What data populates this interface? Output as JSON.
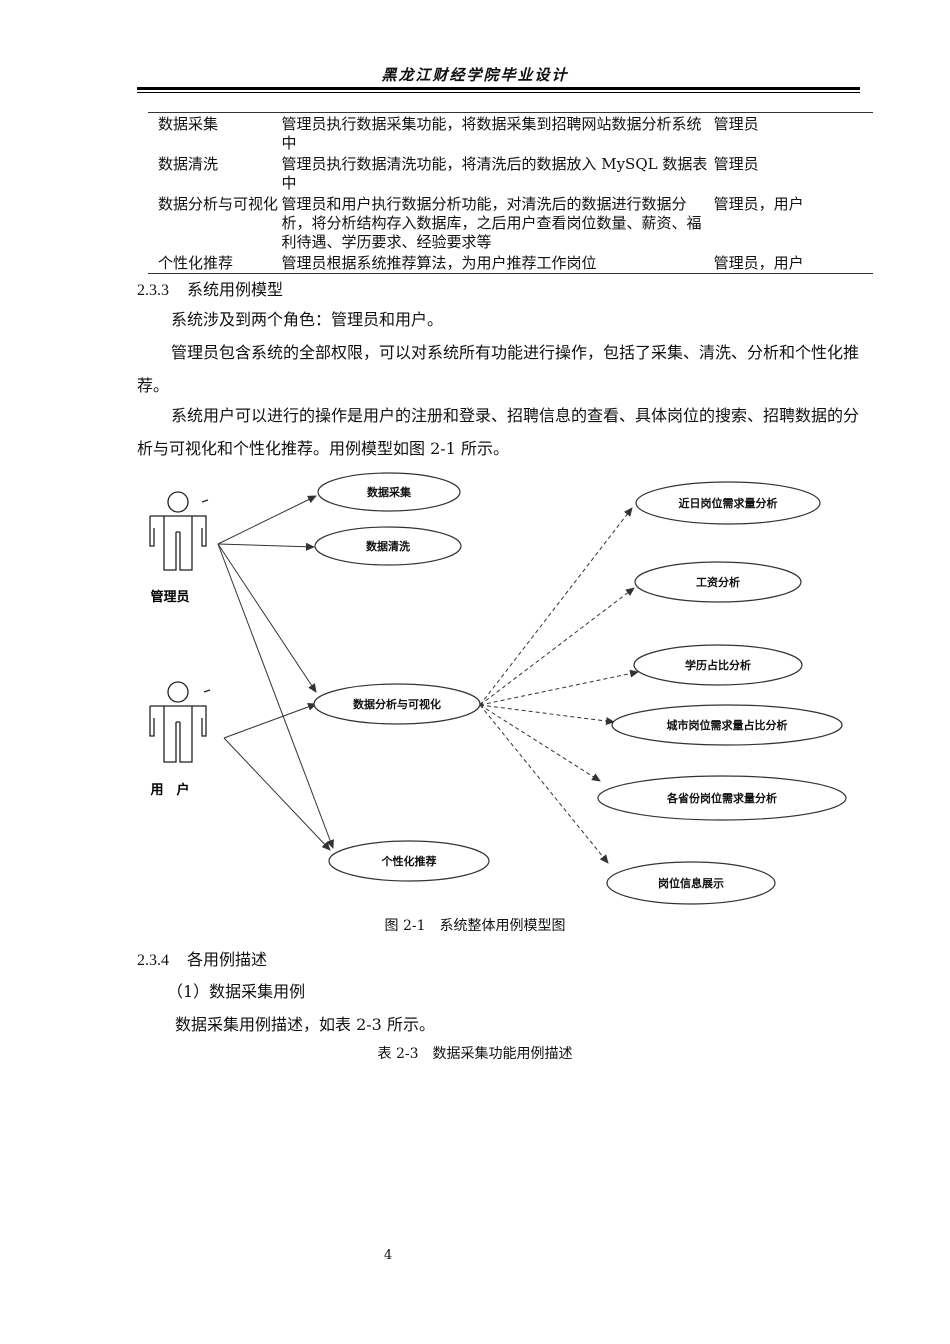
{
  "header": {
    "title": "黑龙江财经学院毕业设计"
  },
  "table_rows": [
    {
      "function": "数据采集",
      "description": "管理员执行数据采集功能，将数据采集到招聘网站数据分析系统中",
      "actor": "管理员"
    },
    {
      "function": "数据清洗",
      "description": "管理员执行数据清洗功能，将清洗后的数据放入 MySQL 数据表中",
      "actor": "管理员"
    },
    {
      "function": "数据分析与可视化",
      "description": "管理员和用户执行数据分析功能，对清洗后的数据进行数据分析，将分析结构存入数据库，之后用户查看岗位数量、薪资、福利待遇、学历要求、经验要求等",
      "actor": "管理员，用户"
    },
    {
      "function": "个性化推荐",
      "description": "管理员根据系统推荐算法，为用户推荐工作岗位",
      "actor": "管理员，用户"
    }
  ],
  "section_233": {
    "number": "2.3.3",
    "title": "系统用例模型"
  },
  "paragraphs": [
    "系统涉及到两个角色：管理员和用户。",
    "管理员包含系统的全部权限，可以对系统所有功能进行操作，包括了采集、清洗、分析和个性化推荐。",
    "系统用户可以进行的操作是用户的注册和登录、招聘信息的查看、具体岗位的搜索、招聘数据的分析与可视化和个性化推荐。用例模型如图 2-1 所示。"
  ],
  "diagram": {
    "actors": {
      "admin": "管理员",
      "user": "用　户"
    },
    "use_cases": {
      "collect": "数据采集",
      "clean": "数据清洗",
      "analysis": "数据分析与可视化",
      "recommend": "个性化推荐",
      "recent_demand": "近日岗位需求量分析",
      "salary": "工资分析",
      "education": "学历占比分析",
      "city_demand": "城市岗位需求量占比分析",
      "province_demand": "各省份岗位需求量分析",
      "job_info": "岗位信息展示"
    }
  },
  "figure_caption": "图 2-1　系统整体用例模型图",
  "section_234": {
    "number": "2.3.4",
    "title": "各用例描述"
  },
  "item_1": "（1）数据采集用例",
  "item_1_text": "数据采集用例描述，如表 2-3 所示。",
  "table_caption": "表 2-3　数据采集功能用例描述",
  "page_number": "4"
}
